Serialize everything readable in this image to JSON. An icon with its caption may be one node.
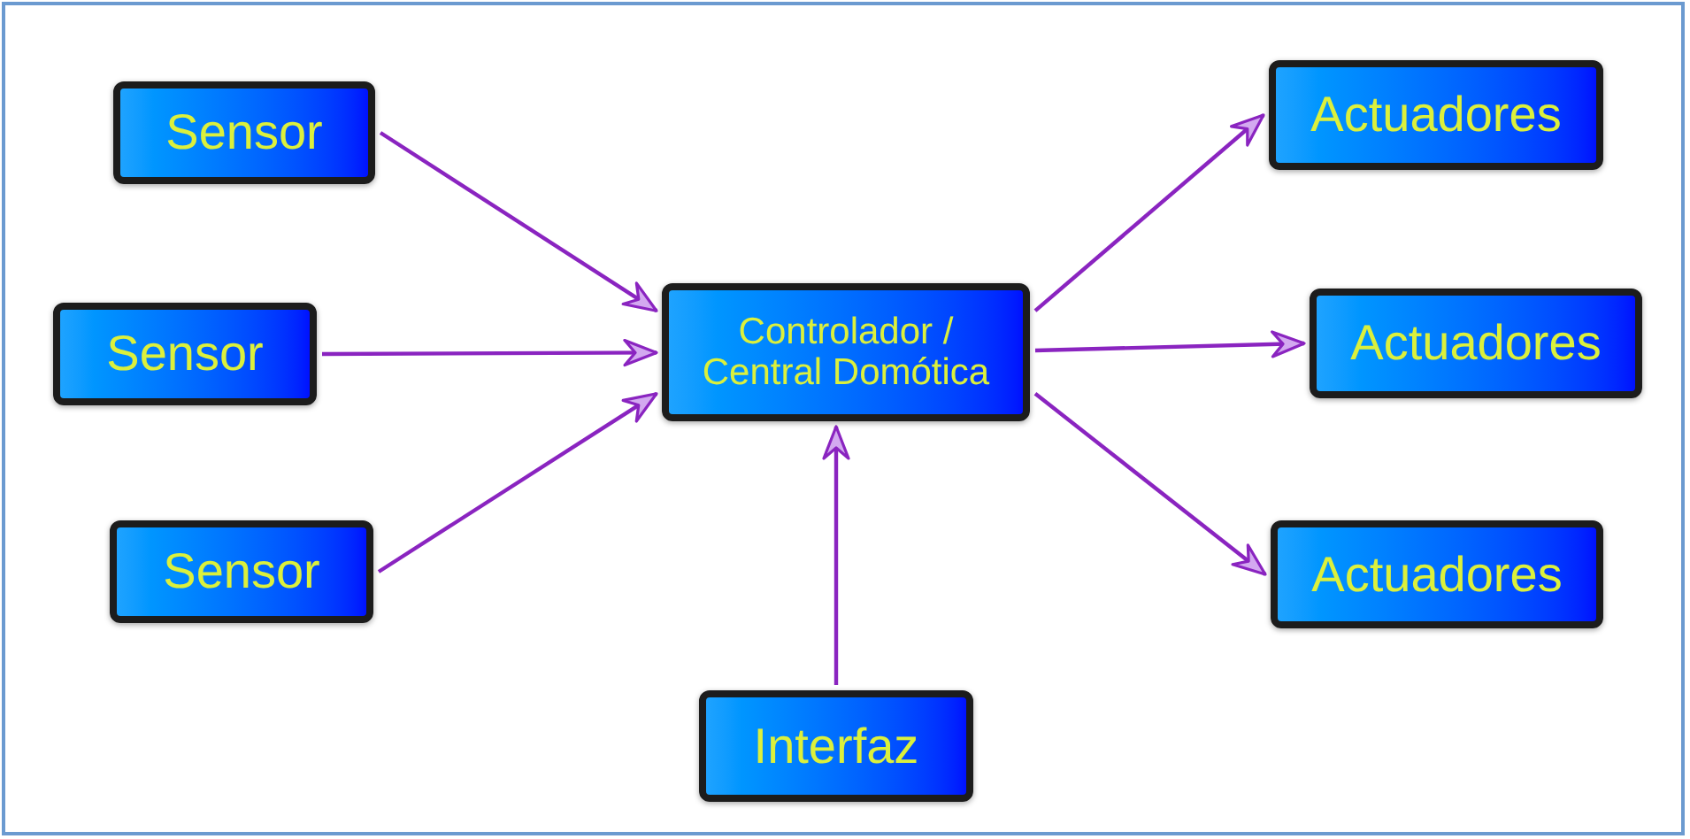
{
  "diagram": {
    "nodes": [
      {
        "text": [
          "Sensor"
        ]
      },
      {
        "text": [
          "Sensor"
        ]
      },
      {
        "text": [
          "Sensor"
        ]
      },
      {
        "text": [
          "Controlador / Central Domótica"
        ]
      },
      {
        "text": [
          "Actuadores"
        ]
      },
      {
        "text": [
          "Actuadores"
        ]
      },
      {
        "text": [
          "Actuadores"
        ]
      },
      {
        "text": [
          "Interfaz"
        ]
      }
    ],
    "edges": [
      {
        "from": 0,
        "to": 3,
        "arrow": "to"
      },
      {
        "from": 1,
        "to": 3,
        "arrow": "to"
      },
      {
        "from": 2,
        "to": 3,
        "arrow": "to"
      },
      {
        "from": 3,
        "to": 4,
        "arrow": "to"
      },
      {
        "from": 3,
        "to": 5,
        "arrow": "to"
      },
      {
        "from": 3,
        "to": 6,
        "arrow": "to"
      },
      {
        "from": 7,
        "to": 3,
        "arrow": "to"
      }
    ]
  }
}
